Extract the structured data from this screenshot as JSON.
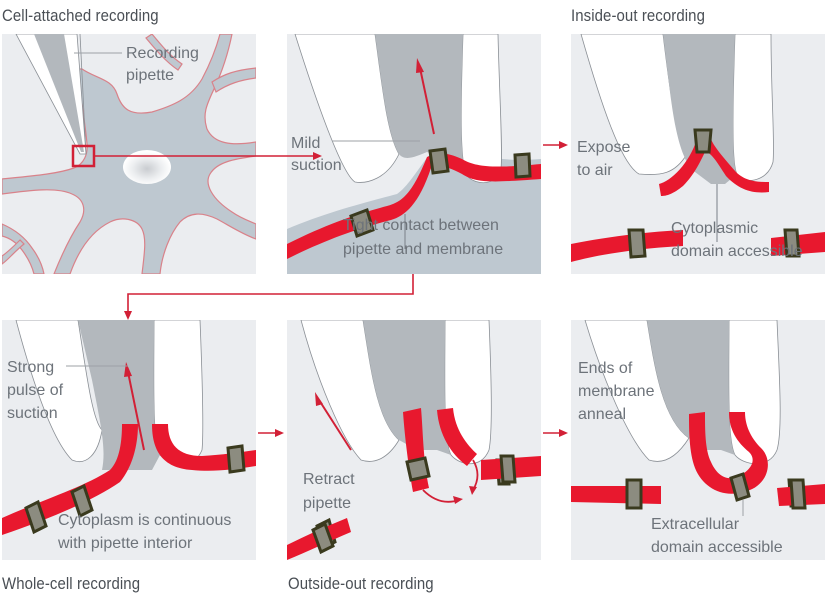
{
  "figure": {
    "colors": {
      "panel_bg": "#ebedf0",
      "cell_fill": "#bec8d0",
      "pipette_interior": "#b3b8bd",
      "pipette_glass": "#ffffff",
      "membrane": "#e8182e",
      "channel": "#8c8c80",
      "channel_edge": "#3a3a1e",
      "arrow": "#d22036",
      "text": "#6d737a",
      "title_text": "#4a4f55"
    },
    "panels": [
      {
        "id": "cell-attached",
        "title": "Cell-attached recording",
        "labels": [
          "Recording",
          "pipette"
        ]
      },
      {
        "id": "cell-attached-detail",
        "title": "",
        "labels": [
          "Mild",
          "suction",
          "Tight contact between",
          "pipette and membrane"
        ]
      },
      {
        "id": "inside-out",
        "title": "Inside-out recording",
        "labels": [
          "Expose",
          "to air",
          "Cytoplasmic",
          "domain accessible"
        ]
      },
      {
        "id": "whole-cell",
        "title": "Whole-cell recording",
        "labels": [
          "Strong",
          "pulse of",
          "suction",
          "Cytoplasm is continuous",
          "with pipette interior"
        ]
      },
      {
        "id": "outside-out-step",
        "title": "Outside-out recording",
        "labels": [
          "Retract",
          "pipette"
        ]
      },
      {
        "id": "outside-out",
        "title": "",
        "labels": [
          "Ends of",
          "membrane",
          "anneal",
          "Extracellular",
          "domain accessible"
        ]
      }
    ]
  }
}
